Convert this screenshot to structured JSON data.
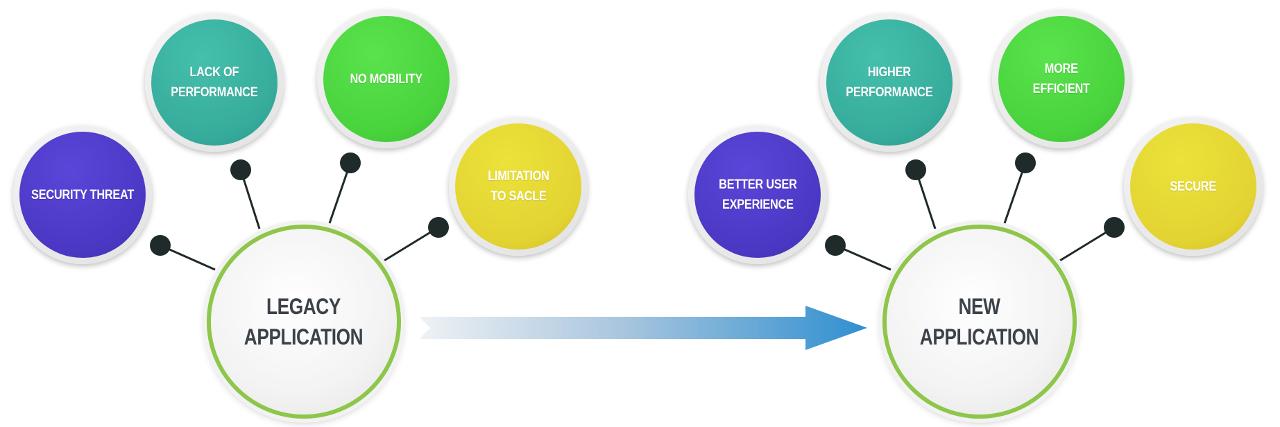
{
  "legacy": {
    "hub_label": "LEGACY\nAPPLICATION",
    "bubbles": [
      {
        "label": "SECURITY THREAT",
        "color": "purple"
      },
      {
        "label": "LACK OF\nPERFORMANCE",
        "color": "teal"
      },
      {
        "label": "NO MOBILITY",
        "color": "green"
      },
      {
        "label": "LIMITATION\nTO SACLE",
        "color": "yellow"
      }
    ]
  },
  "new": {
    "hub_label": "NEW\nAPPLICATION",
    "bubbles": [
      {
        "label": "BETTER USER\nEXPERIENCE",
        "color": "purple"
      },
      {
        "label": "HIGHER\nPERFORMANCE",
        "color": "teal"
      },
      {
        "label": "MORE\nEFFICIENT",
        "color": "green"
      },
      {
        "label": "SECURE",
        "color": "yellow"
      }
    ]
  },
  "colors": {
    "purple": "#4a38c4",
    "teal": "#36ab9b",
    "green": "#48d23c",
    "yellow": "#e2d332",
    "hub_border": "#8ec64a",
    "connector": "#1f2a2a",
    "arrow": "#2f8fd0"
  }
}
